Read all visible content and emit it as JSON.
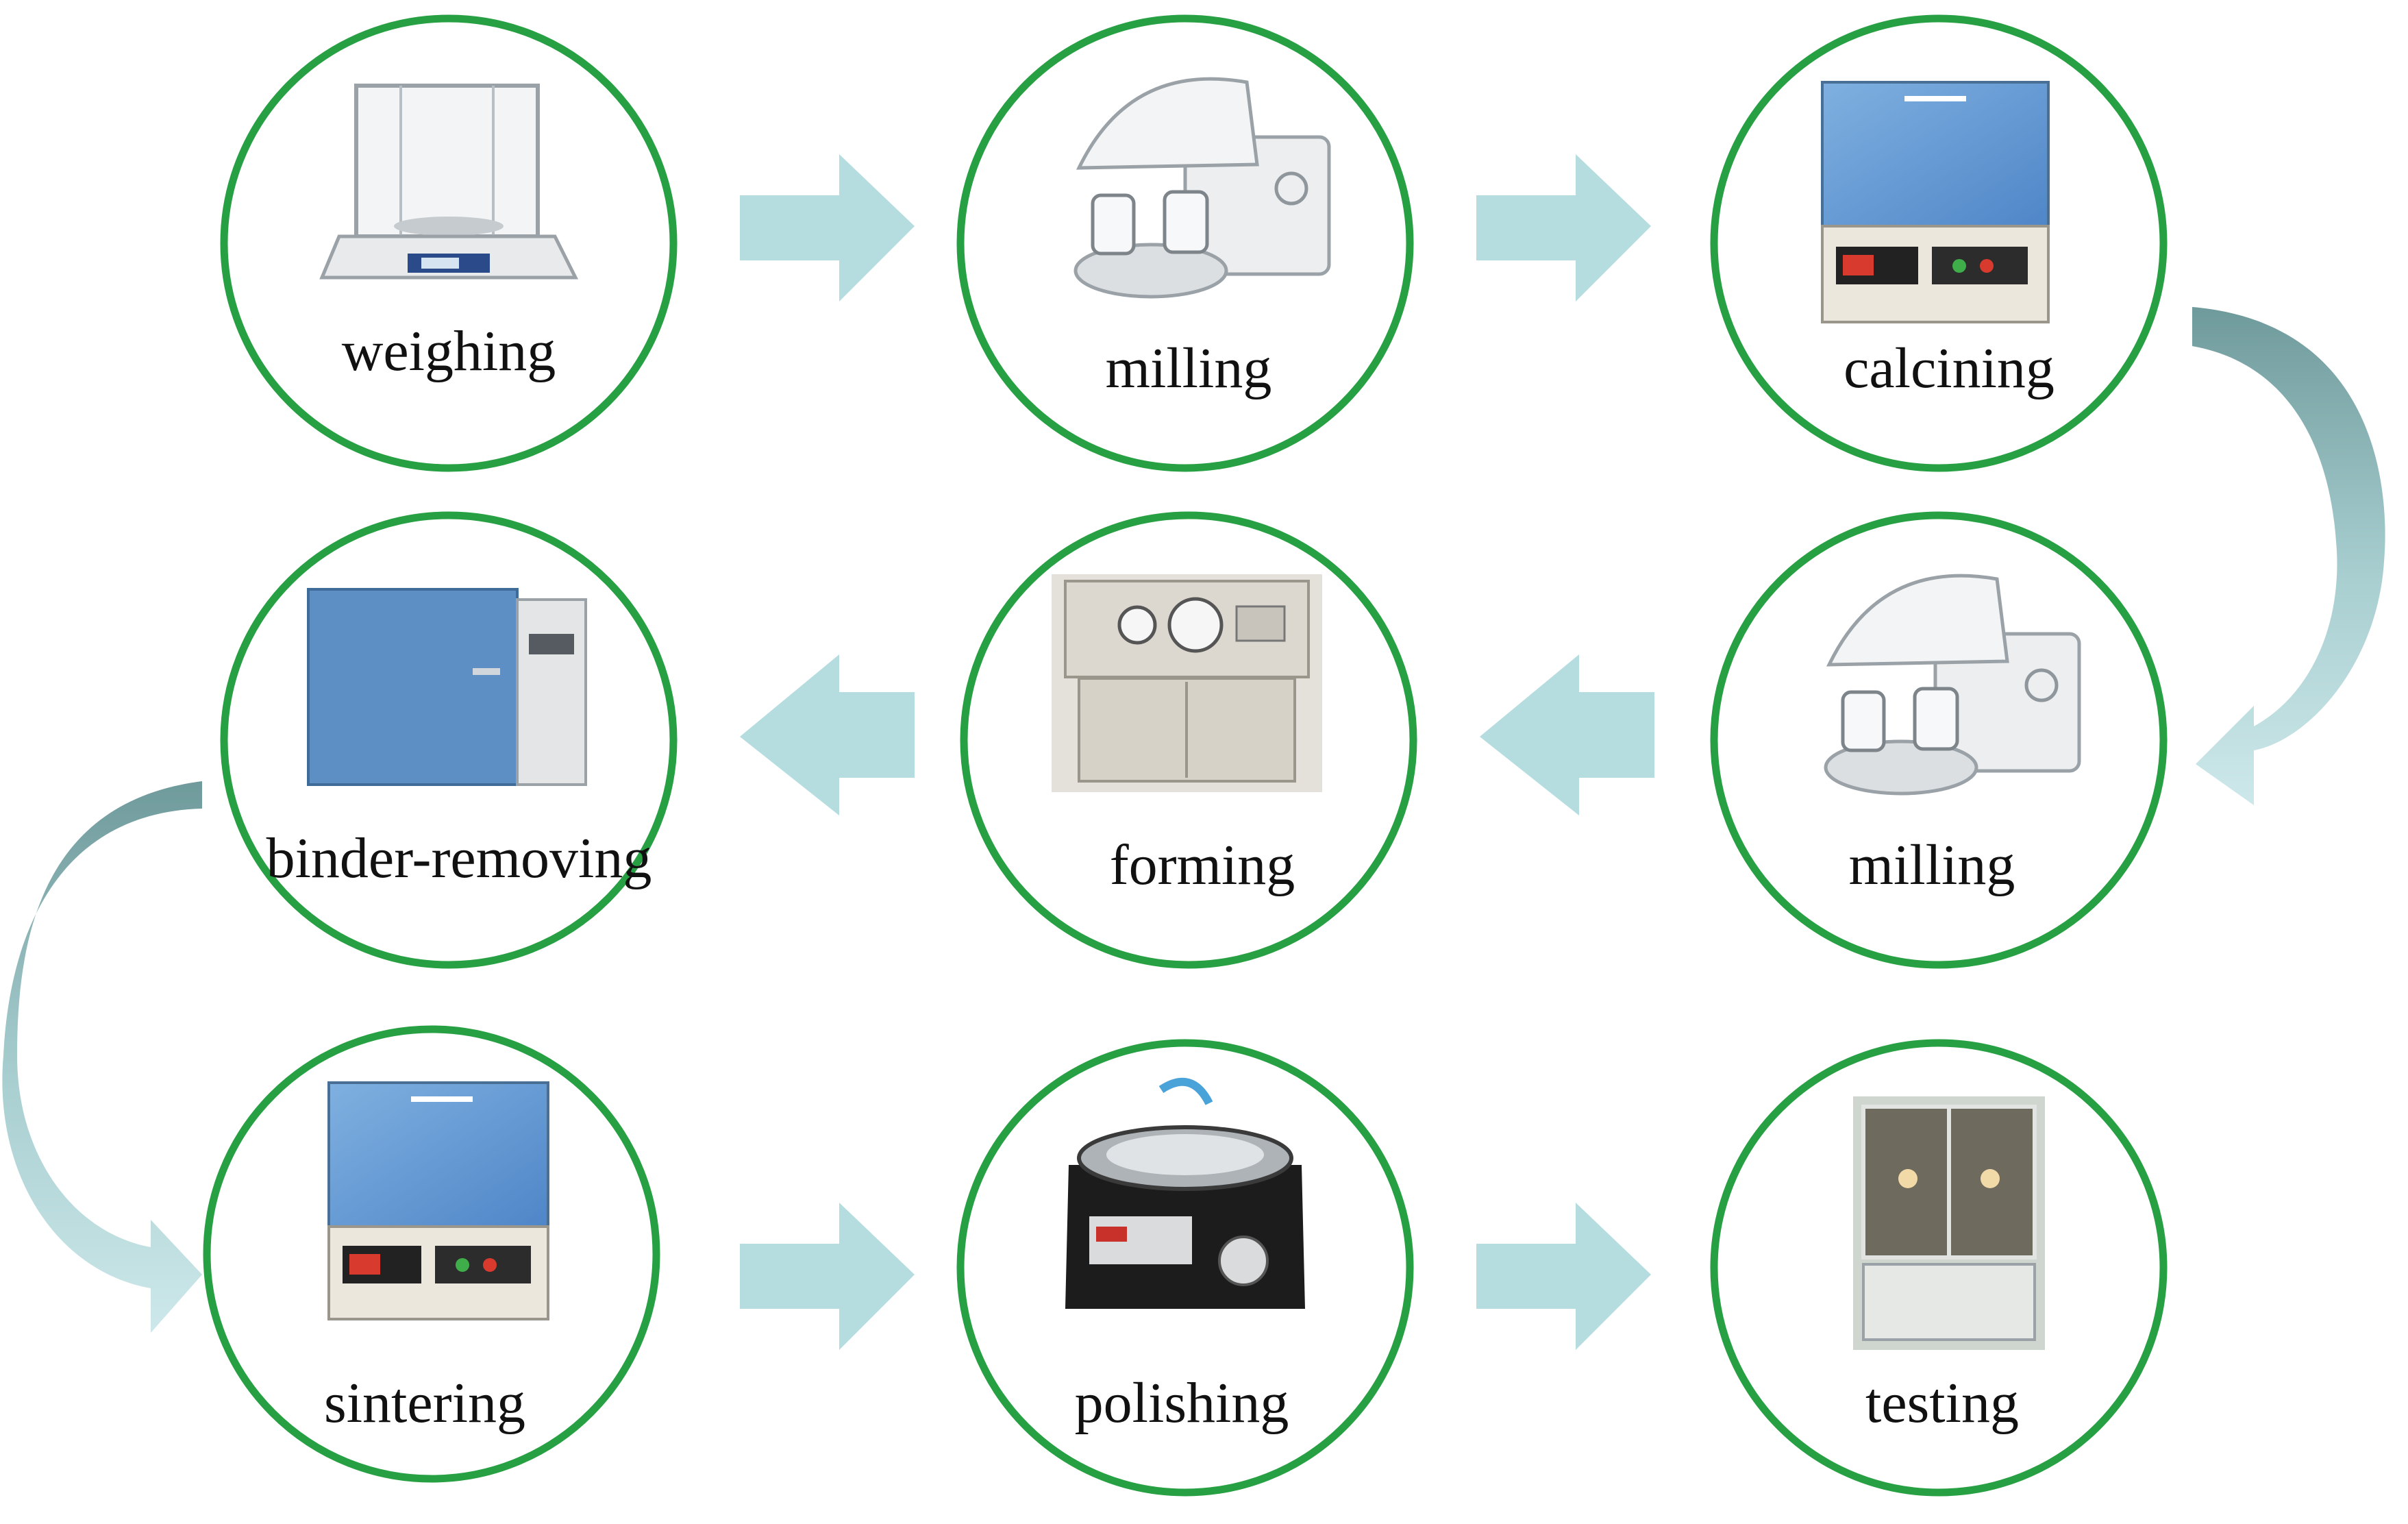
{
  "colors": {
    "circle_stroke": "#27a043",
    "arrow_fill": "#b5dde0",
    "curve_dark": "#6f9a9b",
    "curve_light": "#cde8ea"
  },
  "steps": [
    {
      "label": "weighing",
      "icon": "analytical-balance-icon"
    },
    {
      "label": "milling",
      "icon": "planetary-ball-mill-icon"
    },
    {
      "label": "calcining",
      "icon": "muffle-furnace-icon"
    },
    {
      "label": "milling",
      "icon": "planetary-ball-mill-icon"
    },
    {
      "label": "forming",
      "icon": "hydraulic-press-icon"
    },
    {
      "label": "binder-removing",
      "icon": "drying-oven-icon"
    },
    {
      "label": "sintering",
      "icon": "muffle-furnace-icon"
    },
    {
      "label": "polishing",
      "icon": "polishing-machine-icon"
    },
    {
      "label": "testing",
      "icon": "test-chamber-icon"
    }
  ]
}
